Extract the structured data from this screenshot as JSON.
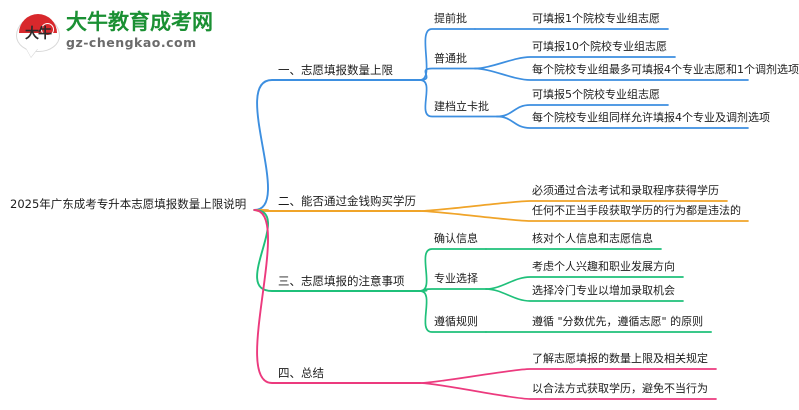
{
  "logo": {
    "mark_text": "大牛",
    "title": "大牛教育成考网",
    "subtitle": "gz-chengkao.com",
    "title_color": "#1a9033",
    "mark_color": "#d8282c"
  },
  "mindmap": {
    "root": "2025年广东成考专升本志愿填报数量上限说明",
    "branch_colors": [
      "#3d8fe0",
      "#f0a429",
      "#1fc07a",
      "#ec3a7e"
    ],
    "branches": [
      {
        "label": "一、志愿填报数量上限",
        "color": "#3d8fe0",
        "children": [
          {
            "label": "提前批",
            "items": [
              "可填报1个院校专业组志愿"
            ]
          },
          {
            "label": "普通批",
            "items": [
              "可填报10个院校专业组志愿",
              "每个院校专业组最多可填报4个专业志愿和1个调剂选项"
            ]
          },
          {
            "label": "建档立卡批",
            "items": [
              "可填报5个院校专业组志愿",
              "每个院校专业组同样允许填报4个专业及调剂选项"
            ]
          }
        ]
      },
      {
        "label": "二、能否通过金钱购买学历",
        "color": "#f0a429",
        "children": [
          {
            "label": "",
            "items": [
              "必须通过合法考试和录取程序获得学历",
              "任何不正当手段获取学历的行为都是违法的"
            ]
          }
        ]
      },
      {
        "label": "三、志愿填报的注意事项",
        "color": "#1fc07a",
        "children": [
          {
            "label": "确认信息",
            "items": [
              "核对个人信息和志愿信息"
            ]
          },
          {
            "label": "专业选择",
            "items": [
              "考虑个人兴趣和职业发展方向",
              "选择冷门专业以增加录取机会"
            ]
          },
          {
            "label": "遵循规则",
            "items": [
              "遵循 \"分数优先，遵循志愿\" 的原则"
            ]
          }
        ]
      },
      {
        "label": "四、总结",
        "color": "#ec3a7e",
        "children": [
          {
            "label": "",
            "items": [
              "了解志愿填报的数量上限及相关规定",
              "以合法方式获取学历，避免不当行为"
            ]
          }
        ]
      }
    ]
  }
}
